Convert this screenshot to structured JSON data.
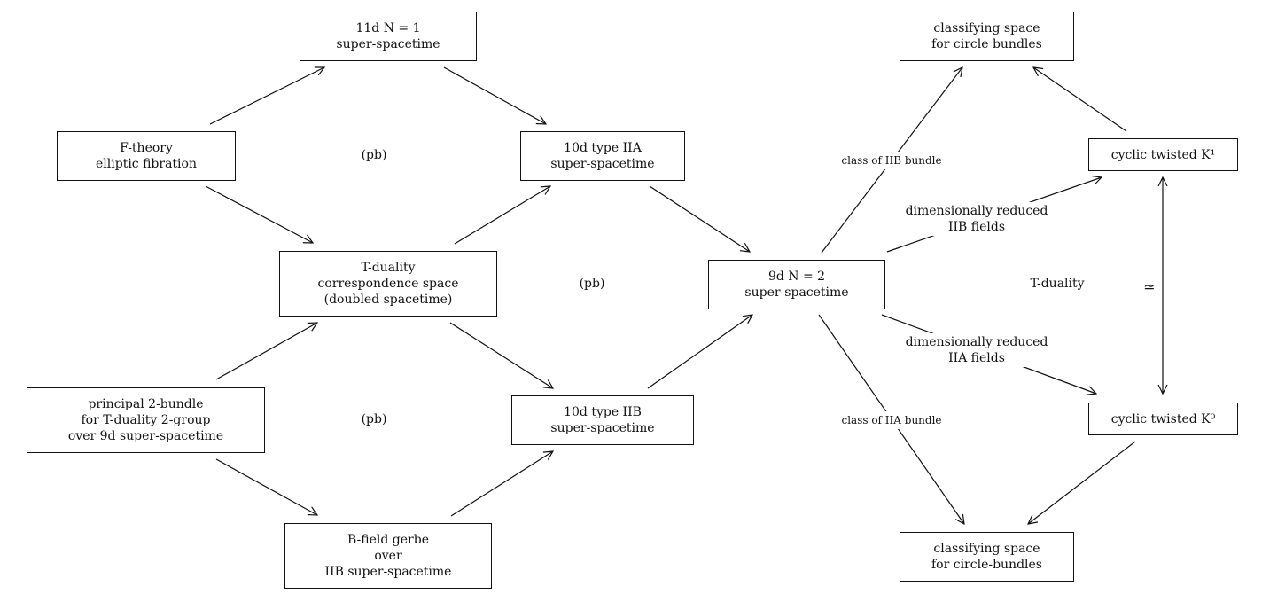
{
  "nodes": {
    "eleven_d": {
      "lines": [
        "11d N = 1",
        "super-spacetime"
      ]
    },
    "f_theory": {
      "lines": [
        "F-theory",
        "elliptic fibration"
      ]
    },
    "type_iia": {
      "lines": [
        "10d type IIA",
        "super-spacetime"
      ]
    },
    "correspondence": {
      "lines": [
        "T-duality",
        "correspondence space",
        "(doubled spacetime)"
      ]
    },
    "nine_d": {
      "lines": [
        "9d N = 2",
        "super-spacetime"
      ]
    },
    "principal_bundle": {
      "lines": [
        "principal 2-bundle",
        "for T-duality 2-group",
        "over 9d super-spacetime"
      ]
    },
    "type_iib": {
      "lines": [
        "10d type IIB",
        "super-spacetime"
      ]
    },
    "gerbe": {
      "lines": [
        "B-field gerbe",
        "over",
        "IIB super-spacetime"
      ]
    },
    "classifying_top": {
      "lines": [
        "classifying space",
        "for circle bundles"
      ]
    },
    "classifying_bottom": {
      "lines": [
        "classifying space",
        "for circle-bundles"
      ]
    },
    "k1": {
      "lines": [
        "cyclic twisted K¹"
      ]
    },
    "k0": {
      "lines": [
        "cyclic twisted K⁰"
      ]
    }
  },
  "labels": {
    "pb_top": "(pb)",
    "pb_middle": "(pb)",
    "pb_bottom": "(pb)",
    "class_iib": "class of IIB bundle",
    "class_iia": "class of IIA bundle",
    "reduced_iib": [
      "dimensionally reduced",
      "IIB fields"
    ],
    "reduced_iia": [
      "dimensionally reduced",
      "IIA fields"
    ],
    "t_duality": "T-duality",
    "equivalence": "≃"
  }
}
